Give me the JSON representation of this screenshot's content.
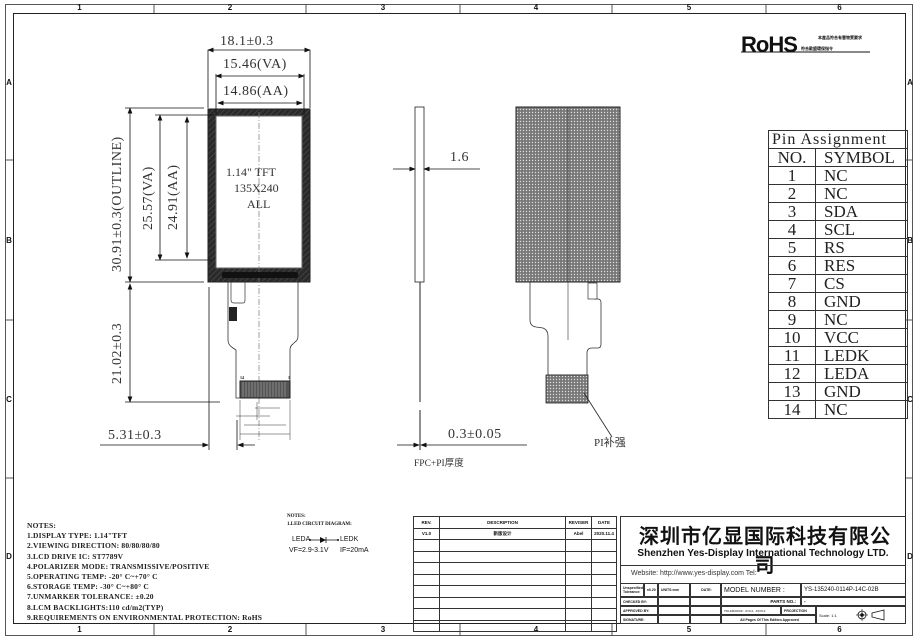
{
  "border": {
    "columns": [
      "1",
      "2",
      "3",
      "4",
      "5",
      "6"
    ],
    "rows": [
      "A",
      "B",
      "C",
      "D"
    ]
  },
  "rohs": {
    "logo": "RoHS",
    "line1": "本産品符合有害物質要求",
    "line2": "符合歐盟環保指令"
  },
  "front_view": {
    "dim_outline_width": "18.1±0.3",
    "dim_va_width": "15.46(VA)",
    "dim_aa_width": "14.86(AA)",
    "dim_outline_height": "30.91±0.3(OUTLINE)",
    "dim_va_height": "25.57(VA)",
    "dim_aa_height": "24.91(AA)",
    "dim_fpc_length": "21.02±0.3",
    "dim_fpc_offset": "5.31±0.3",
    "panel_line1": "1.14\" TFT",
    "panel_line2": "135X240",
    "panel_line3": "ALL",
    "fpc_pin_first": "14",
    "fpc_pin_last": "1"
  },
  "side_view": {
    "dim_thickness": "1.6",
    "dim_fpc_thickness": "0.3±0.05",
    "fpc_label": "FPC+PI厚度"
  },
  "back_view": {
    "stiffener_label": "PI补强"
  },
  "pin_assignment": {
    "title": "Pin Assignment",
    "headers": [
      "NO.",
      "SYMBOL"
    ],
    "pins": [
      {
        "no": "1",
        "symbol": "NC"
      },
      {
        "no": "2",
        "symbol": "NC"
      },
      {
        "no": "3",
        "symbol": "SDA"
      },
      {
        "no": "4",
        "symbol": "SCL"
      },
      {
        "no": "5",
        "symbol": "RS"
      },
      {
        "no": "6",
        "symbol": "RES"
      },
      {
        "no": "7",
        "symbol": "CS"
      },
      {
        "no": "8",
        "symbol": "GND"
      },
      {
        "no": "9",
        "symbol": "NC"
      },
      {
        "no": "10",
        "symbol": "VCC"
      },
      {
        "no": "11",
        "symbol": "LEDK"
      },
      {
        "no": "12",
        "symbol": "LEDA"
      },
      {
        "no": "13",
        "symbol": "GND"
      },
      {
        "no": "14",
        "symbol": "NC"
      }
    ]
  },
  "notes": {
    "title": "NOTES:",
    "items": [
      "1.DISPLAY TYPE:  1.14\"TFT",
      "2.VIEWING DIRECTION: 80/80/80/80",
      "3.LCD DRIVE IC: ST7789V",
      "4.POLARIZER MODE: TRANSMISSIVE/POSITIVE",
      "5.OPERATING TEMP: -20° C~+70° C",
      "6.STORAGE TEMP: -30° C~+80° C",
      "7.UNMARKER TOLERANCE: ±0.20",
      "8.LCM BACKLIGHTS:110 cd/m2(TYP)",
      "9.REQUIREMENTS ON ENVIRONMENTAL PROTECTION: RoHS"
    ]
  },
  "led_notes": {
    "title": "NOTES:",
    "subtitle": "1.LED CIRCUIT DIAGRAM:",
    "anode": "LEDA",
    "cathode": "LEDK",
    "spec_vf": "VF=2.9-3.1V",
    "spec_if": "IF=20mA"
  },
  "revision_table": {
    "headers": [
      "REV.",
      "DESCRIPTION",
      "REVISER",
      "DATE"
    ],
    "rows": [
      {
        "rev": "V1.0",
        "description": "新版设计",
        "reviser": "Abel",
        "date": "2020.11.4"
      }
    ]
  },
  "title_block": {
    "company_cn": "深圳市亿显国际科技有限公司",
    "company_en": "Shenzhen Yes-Display International Technology LTD.",
    "website": "Website: http://www.yes-display.com   Tel:",
    "unspecified_tolerance": "Unspecified Tolerance:",
    "tolerance_value": "±0.20",
    "units": "UNITS:mm",
    "date_label": "DATE:",
    "model_label": "MODEL NUMBER :",
    "model_value": "YS-135240-0114P-14C-02B",
    "checked_by": "CHECKED BY:",
    "parts_label": "PARTS NO.:",
    "parts_value": "-",
    "approved_by": "APPROVED BY:",
    "tolerance_label": "TOLERANCE: .X±0.3, .XX±0.2",
    "projection": "PROJECTION",
    "signature": "SIGNATURE:",
    "approval_note": "All Pages Of This Edition Approved",
    "scale": "Scale: 1:1"
  }
}
